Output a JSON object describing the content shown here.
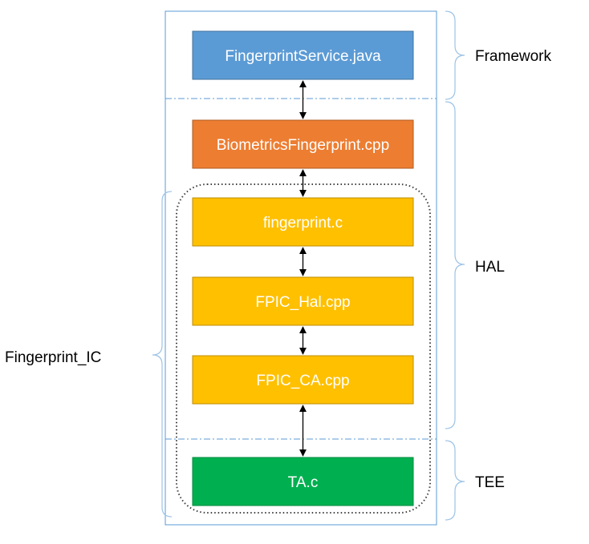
{
  "colors": {
    "container_border": "#5b9bd5",
    "divider": "#5b9bd5",
    "bracket": "#9dc3e6",
    "framework_box": "#5b9bd5",
    "hal_box": "#ed7d31",
    "ic_box": "#ffc000",
    "tee_box": "#00b050",
    "arrow": "#000000",
    "dotted_group": "#404040"
  },
  "nodes": {
    "fingerprint_service": "FingerprintService.java",
    "biometrics_fingerprint": "BiometricsFingerprint.cpp",
    "fingerprint_c": "fingerprint.c",
    "fpic_hal": "FPIC_Hal.cpp",
    "fpic_ca": "FPIC_CA.cpp",
    "ta_c": "TA.c"
  },
  "layers": {
    "framework": "Framework",
    "hal": "HAL",
    "tee": "TEE"
  },
  "group": {
    "fingerprint_ic": "Fingerprint_IC"
  }
}
